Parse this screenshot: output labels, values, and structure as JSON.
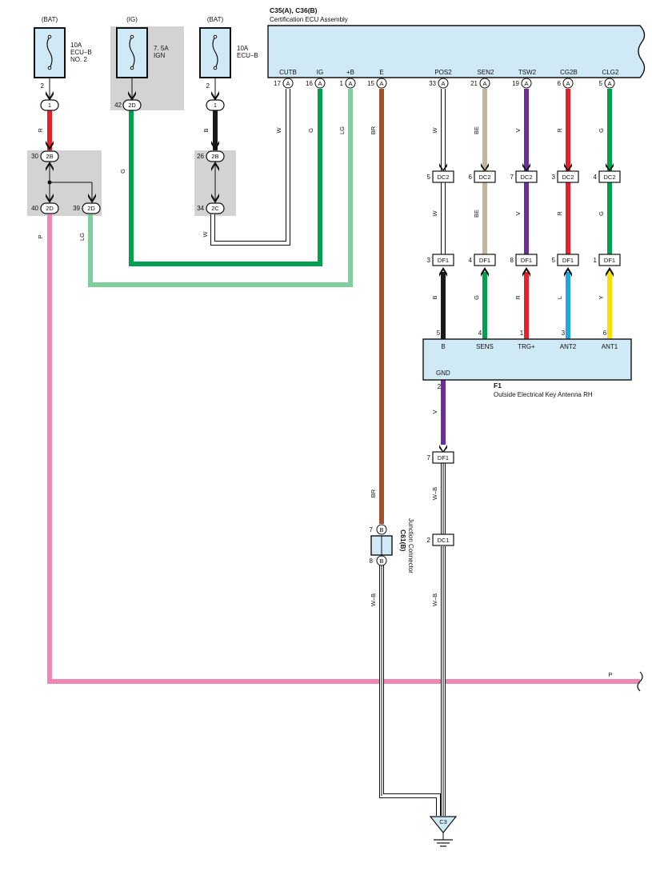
{
  "ecu": {
    "code": "C35(A), C36(B)",
    "name": "Certification ECU Assembly",
    "terminals": [
      {
        "name": "CUTB",
        "pin": "17",
        "conn": "A"
      },
      {
        "name": "IG",
        "pin": "16",
        "conn": "A"
      },
      {
        "name": "+B",
        "pin": "1",
        "conn": "A"
      },
      {
        "name": "E",
        "pin": "15",
        "conn": "A"
      },
      {
        "name": "POS2",
        "pin": "33",
        "conn": "A"
      },
      {
        "name": "SEN2",
        "pin": "21",
        "conn": "A"
      },
      {
        "name": "TSW2",
        "pin": "19",
        "conn": "A"
      },
      {
        "name": "CG2B",
        "pin": "6",
        "conn": "A"
      },
      {
        "name": "CLG2",
        "pin": "5",
        "conn": "A"
      }
    ]
  },
  "fuses": [
    {
      "source": "(BAT)",
      "line1": "10A",
      "line2": "ECU–B",
      "line3": "NO. 2",
      "pin": "2"
    },
    {
      "source": "(IG)",
      "line1": "7. 5A",
      "line2": "IGN",
      "line3": ""
    },
    {
      "source": "(BAT)",
      "line1": "10A",
      "line2": "ECU–B",
      "line3": "",
      "pin": "2"
    }
  ],
  "junction_blocks": {
    "j1_in": {
      "pin": "30",
      "conn": "2B"
    },
    "j1_out_left": {
      "pin": "40",
      "conn": "2D"
    },
    "j1_out_right": {
      "pin": "39",
      "conn": "2D"
    },
    "ig_out": {
      "pin": "42",
      "conn": "2D"
    },
    "j3_in": {
      "pin": "26",
      "conn": "2B"
    },
    "j3_out": {
      "pin": "34",
      "conn": "2C"
    },
    "fuse_terminal": "1"
  },
  "wire_colors": {
    "R": "R",
    "B": "B",
    "G": "G",
    "LG": "LG",
    "W": "W",
    "BR": "BR",
    "BE": "BE",
    "V": "V",
    "L": "L",
    "Y": "Y",
    "P": "P",
    "WB": "W–B"
  },
  "palette": {
    "R": "#e8202a",
    "B": "#1a1a1a",
    "G": "#00a050",
    "LG": "#7ecf9c",
    "BR": "#a0522d",
    "BE": "#c4b49c",
    "V": "#6c2e9a",
    "L": "#1ea7e1",
    "Y": "#f8e000",
    "P": "#ef86b4",
    "box_fill": "#cfe9f7",
    "shade": "#d3d3d3"
  },
  "connectors": {
    "dc2": {
      "name": "DC2",
      "pins": [
        "5",
        "6",
        "7",
        "3",
        "4"
      ]
    },
    "df1_top": {
      "name": "DF1",
      "pins": [
        "3",
        "4",
        "8",
        "5",
        "1"
      ]
    },
    "df1_gnd": {
      "name": "DF1",
      "pin": "7"
    },
    "dc1": {
      "name": "DC1",
      "pin": "2"
    }
  },
  "antenna": {
    "code": "F1",
    "name": "Outside Electrical Key Antenna RH",
    "terminals": [
      {
        "name": "B",
        "pin": "5"
      },
      {
        "name": "SENS",
        "pin": "4"
      },
      {
        "name": "TRG+",
        "pin": "1"
      },
      {
        "name": "ANT2",
        "pin": "3"
      },
      {
        "name": "ANT1",
        "pin": "6"
      }
    ],
    "gnd": {
      "name": "GND",
      "pin": "2"
    }
  },
  "junction_connector": {
    "code": "C61(B)",
    "name": "Junction Connector",
    "pin_top": "7",
    "pin_bottom": "8",
    "conn": "B"
  },
  "ground": {
    "label": "C3"
  }
}
